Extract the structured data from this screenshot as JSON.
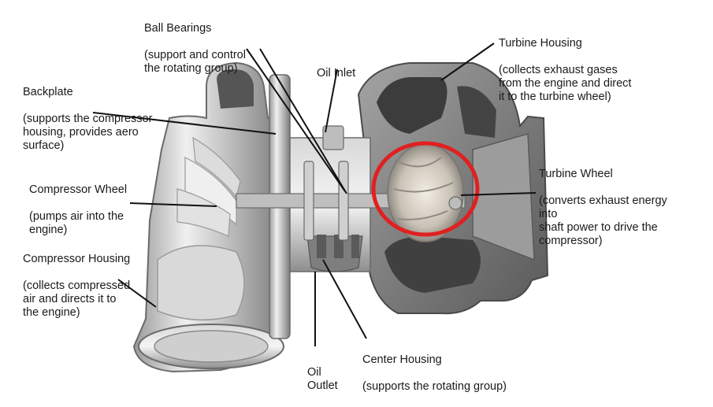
{
  "colors": {
    "metal_light": "#e3e3e3",
    "metal_mid": "#b9b9b9",
    "metal_dark": "#5f5f5f",
    "cast_iron": "#8a8a8a",
    "highlight_ring": "#e02020",
    "leader": "#111111"
  },
  "labels": {
    "ball_bearings": {
      "title": "Ball Bearings",
      "desc": "(support and control\nthe rotating group)"
    },
    "oil_inlet": {
      "title": "Oil Inlet"
    },
    "turbine_housing": {
      "title": "Turbine Housing",
      "desc": "(collects exhaust gases\nfrom the engine and direct\nit to the turbine wheel)"
    },
    "backplate": {
      "title": "Backplate",
      "desc": "(supports the compressor\nhousing,  provides aero\nsurface)"
    },
    "compressor_wheel": {
      "title": "Compressor Wheel",
      "desc": "(pumps air into the\nengine)"
    },
    "turbine_wheel": {
      "title": "Turbine Wheel",
      "desc": "(converts exhaust energy\ninto\nshaft power to drive the\ncompressor)"
    },
    "compressor_housing": {
      "title": "Compressor Housing",
      "desc": "(collects compressed\nair and directs it to\nthe engine)"
    },
    "oil_outlet": {
      "title": "Oil\nOutlet"
    },
    "center_housing": {
      "title": "Center Housing",
      "desc": "(supports the rotating group)"
    }
  }
}
